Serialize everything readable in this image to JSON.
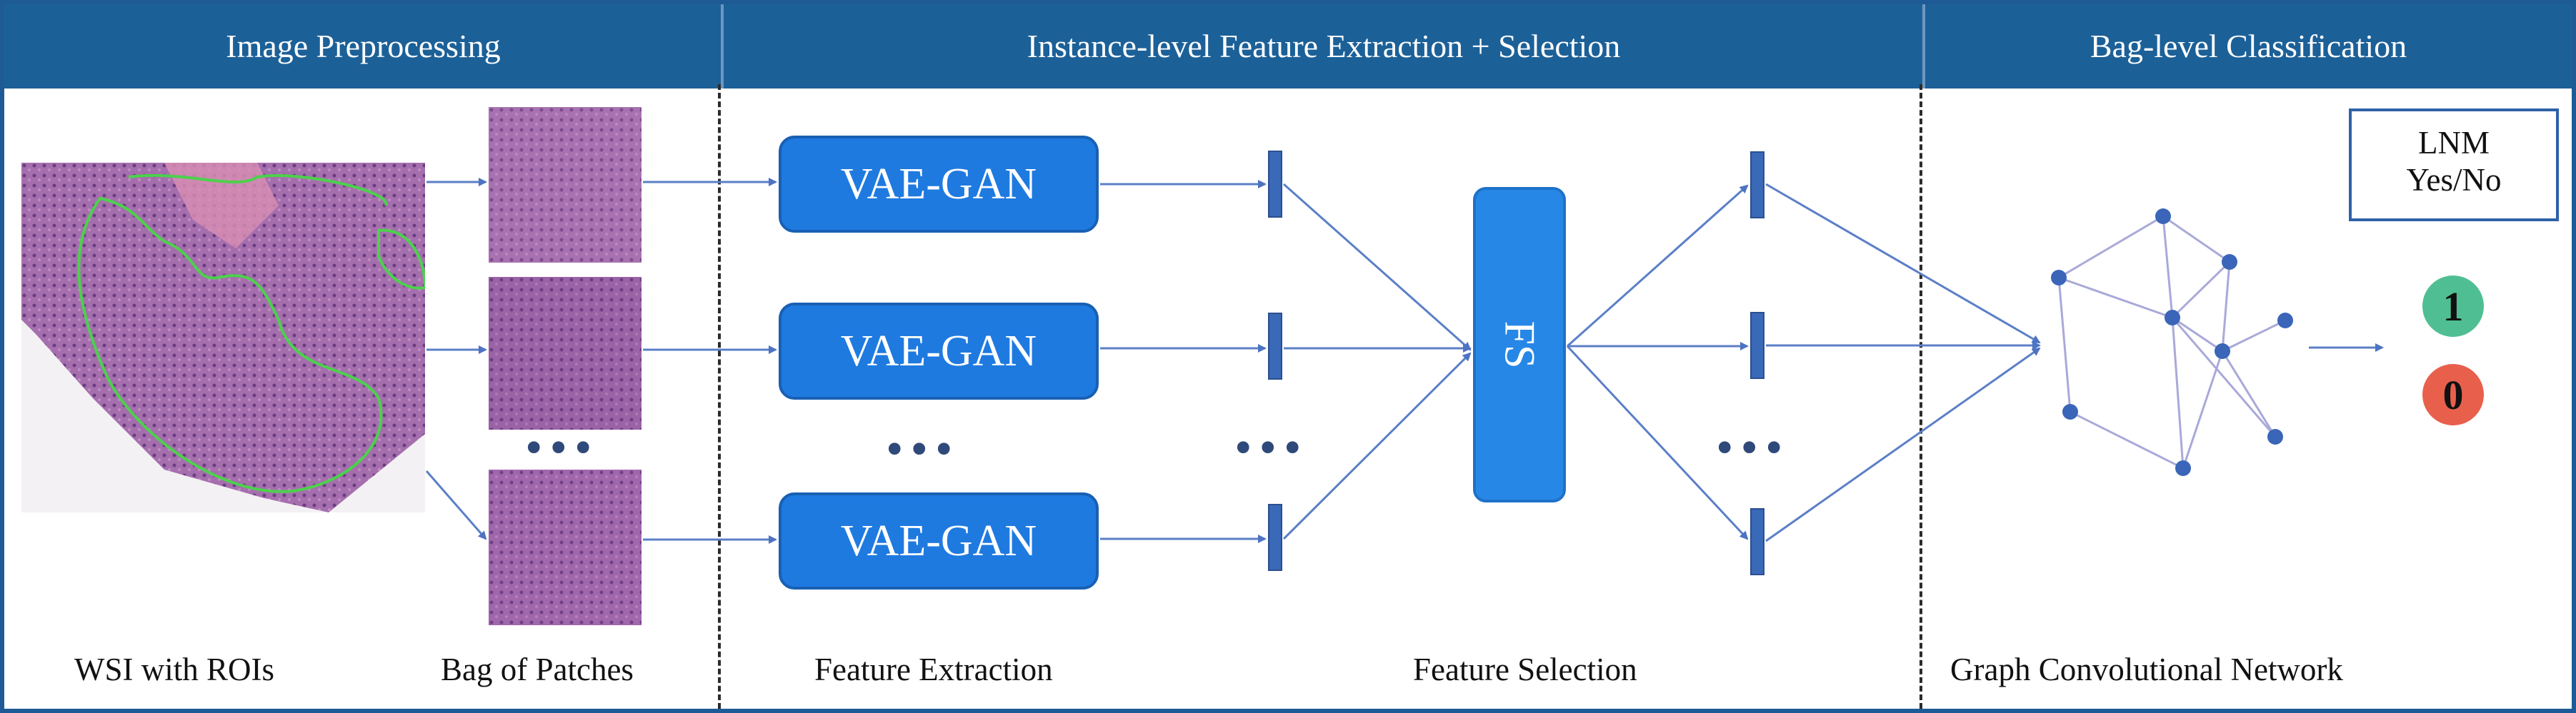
{
  "headers": {
    "preprocessing": "Image Preprocessing",
    "extraction": "Instance-level Feature Extraction + Selection",
    "classification": "Bag-level Classification"
  },
  "blocks": {
    "vae_gan_1": "VAE-GAN",
    "vae_gan_2": "VAE-GAN",
    "vae_gan_3": "VAE-GAN",
    "fs": "FS"
  },
  "ellipsis": "•••",
  "output": {
    "title": "LNM",
    "subtitle": "Yes/No",
    "class_one": "1",
    "class_zero": "0"
  },
  "captions": {
    "wsi": "WSI with ROIs",
    "patches": "Bag of Patches",
    "feature_extraction": "Feature Extraction",
    "feature_selection": "Feature Selection",
    "gcn": "Graph Convolutional Network"
  },
  "colors": {
    "banner": "#1c6098",
    "block": "#1f7ae0",
    "arrow": "#5b7fc7",
    "class_one": "#4fbf93",
    "class_zero": "#e8604c",
    "roi_outline": "#4cd14c",
    "tissue": "#a35fa8"
  }
}
